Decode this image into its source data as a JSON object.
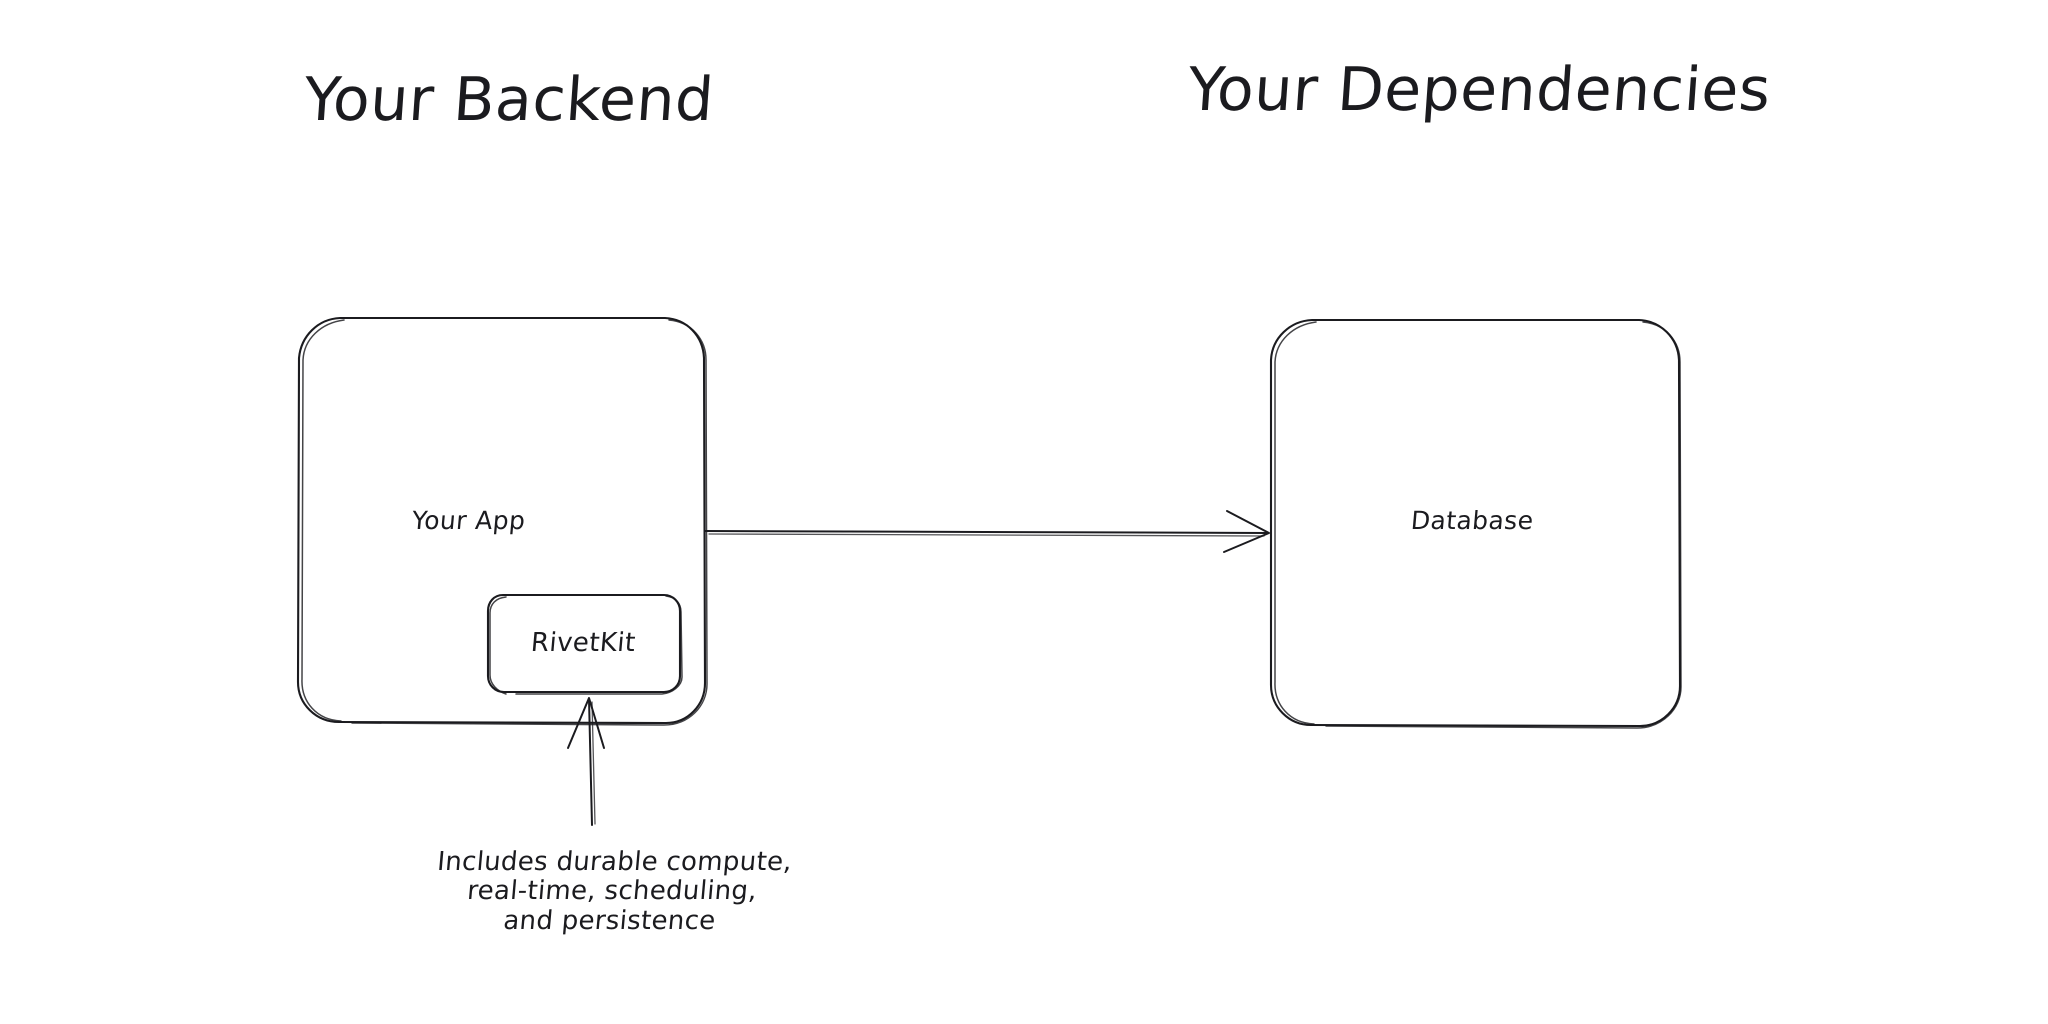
{
  "diagram": {
    "type": "architecture-diagram",
    "background": "#ffffff",
    "stroke_color": "#1b1b1f",
    "style": "hand-drawn",
    "groups": [
      {
        "id": "backend",
        "title": "Your Backend"
      },
      {
        "id": "dependencies",
        "title": "Your Dependencies"
      }
    ],
    "nodes": [
      {
        "id": "your-app",
        "label": "Your App",
        "group": "backend"
      },
      {
        "id": "rivetkit",
        "label": "RivetKit",
        "group": "backend",
        "parent": "your-app"
      },
      {
        "id": "database",
        "label": "Database",
        "group": "dependencies"
      }
    ],
    "edges": [
      {
        "id": "app-to-database",
        "from": "your-app",
        "to": "database",
        "direction": "right",
        "arrowhead": "open"
      },
      {
        "id": "note-to-rivetkit",
        "from": "rivetkit-note",
        "to": "rivetkit",
        "direction": "up",
        "arrowhead": "open"
      }
    ],
    "annotations": {
      "rivetkit_note": {
        "id": "rivetkit-note",
        "lines": [
          "Includes durable compute,",
          "real-time, scheduling,",
          "and persistence"
        ]
      }
    }
  }
}
